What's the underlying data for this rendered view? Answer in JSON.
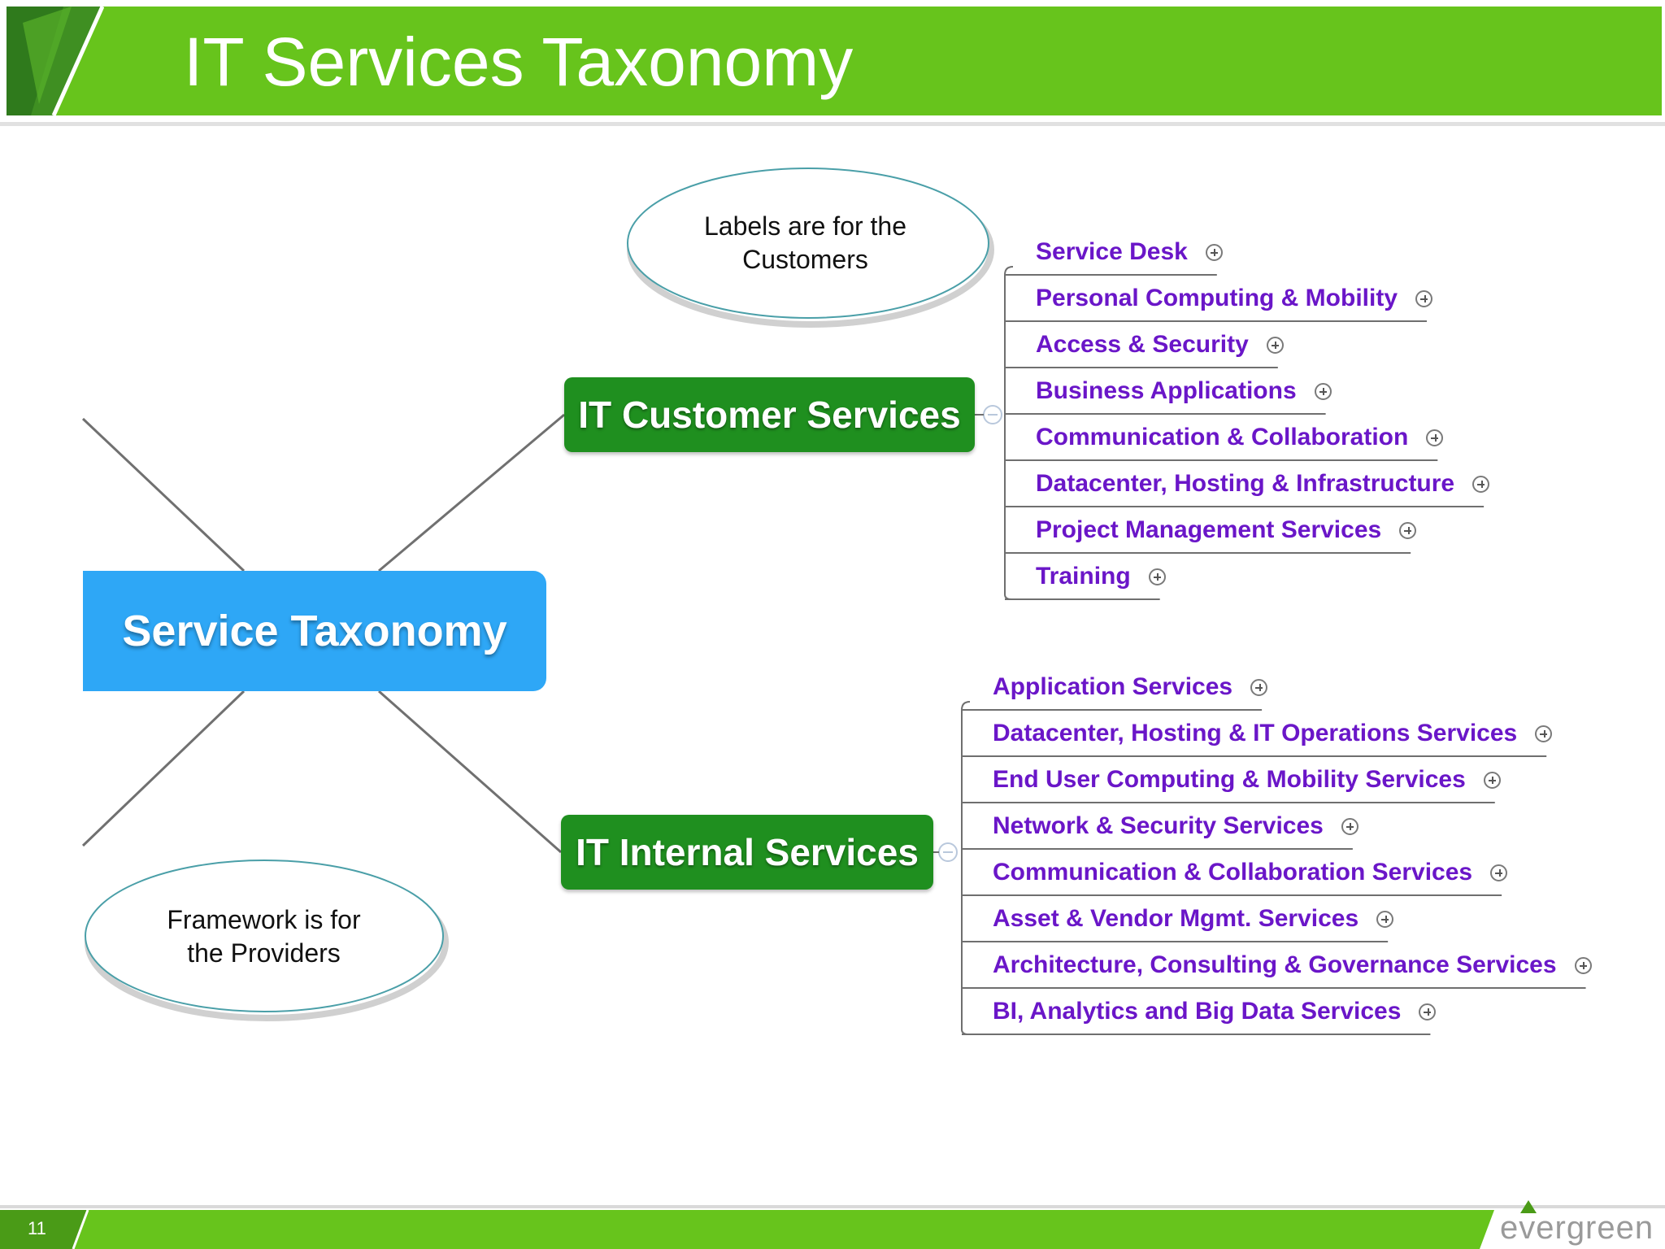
{
  "slide": {
    "title": "IT Services Taxonomy",
    "number": "11",
    "brand": "evergreen"
  },
  "colors": {
    "header_green": "#67c41c",
    "branch_green": "#1f8f1f",
    "root_blue": "#2ea7f6",
    "leaf_purple": "#6a16c8",
    "callout_border": "#4a9fa8"
  },
  "callouts": {
    "customers": [
      "Labels are for the",
      "Customers"
    ],
    "providers": [
      "Framework is for",
      "the Providers"
    ]
  },
  "mindmap": {
    "root": "Service Taxonomy",
    "customer_branch": {
      "label": "IT Customer Services",
      "items": [
        "Service Desk",
        "Personal Computing & Mobility",
        "Access & Security",
        "Business Applications",
        "Communication & Collaboration",
        "Datacenter, Hosting & Infrastructure",
        "Project Management Services",
        "Training"
      ]
    },
    "internal_branch": {
      "label": "IT Internal Services",
      "items": [
        "Application Services",
        "Datacenter, Hosting & IT Operations Services",
        "End User Computing & Mobility Services",
        "Network & Security Services",
        "Communication & Collaboration Services",
        "Asset & Vendor Mgmt. Services",
        "Architecture, Consulting & Governance Services",
        "BI, Analytics and Big Data Services"
      ]
    },
    "expand_icon": "plus-circle-icon"
  }
}
